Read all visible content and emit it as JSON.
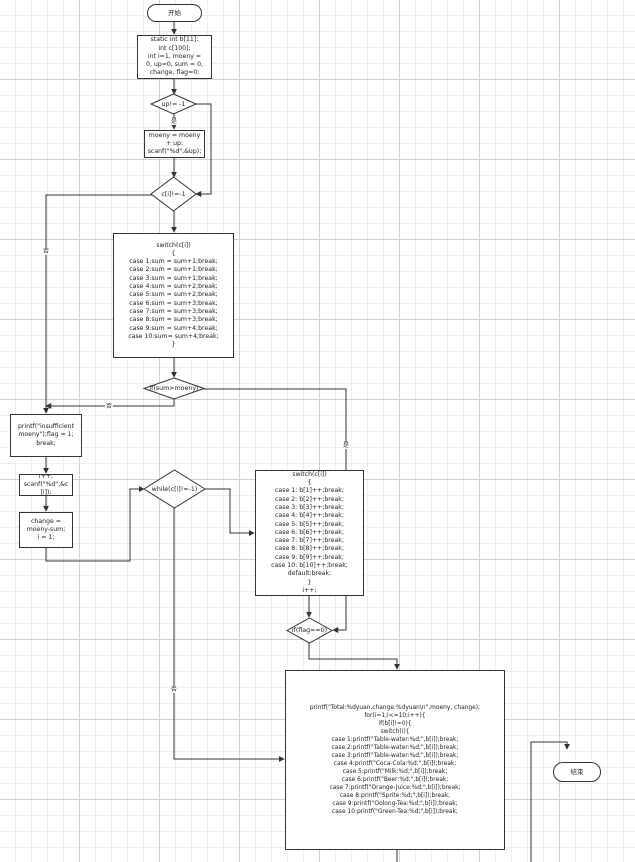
{
  "nodes": {
    "start": "开始",
    "decl": "static int b[11];\nint c[100];\nint i=1, moeny =\n0, up=0, sum = 0,\nchange, flag=0;",
    "cond_up": "up!= -1",
    "add_up": "moeny = moeny\n+ up;\nscanf(\"%d\",&up);",
    "cond_ci": "c[i]!=-1",
    "switch_price": "switch(c[i])\n{\ncase 1:sum = sum+1;break;\ncase 2:sum = sum+1;break;\ncase 3:sum = sum+1;break;\ncase 4:sum = sum+2;break;\ncase 5:sum = sum+2;break;\ncase 6:sum = sum+3;break;\ncase 7:sum = sum+3;break;\ncase 8:sum = sum+3;break;\ncase 9:sum = sum+4;break;\ncase 10:sum= sum+4;break;\n}",
    "cond_sum": "if(sum>moeny)",
    "insufficient": "printf(\"insufficient\nmoeny\");flag = 1;\nbreak;",
    "scan_ci": "i++;\nscanf(\"%d\",&c\n[i]);",
    "change": "change =\nmoeny-sum;\ni = 1;",
    "while_ci": "while(c[i]!=-1)",
    "switch_count": "switch(c[i])\n{\ncase 1: b[1]++;break;\ncase 2: b[2]++;break;\ncase 3: b[3]++;break;\ncase 4: b[4]++;break;\ncase 5: b[5]++;break;\ncase 6: b[6]++;break;\ncase 7: b[7]++;break;\ncase 8: b[8]++;break;\ncase 9: b[9]++;break;\ncase 10: b[10]++;break;\ndefault:break;\n}\ni++;",
    "cond_flag": "if(flag==0)",
    "print_total": "printf(\"Total:%dyuan,change:%dyuan\\n\",moeny, change);\nfor(i=1;i<=10;i++){\nif(b[i]!=0){\nswitch(i){\ncase 1:printf(\"Table-water:%d;\",b[i]);break;\ncase 2:printf(\"Table-water:%d;\",b[i]);break;\ncase 3:printf(\"Table-water:%d;\",b[i]);break;\ncase 4:printf(\"Coca-Cola:%d;\",b[i]);break;\ncase 5:printf(\"Milk:%d;\",b[i]);break;\ncase 6:printf(\"Beer:%d;\",b[i]);break;\ncase 7:printf(\"Orange-Juice:%d;\",b[i]);break;\ncase 8:printf(\"Sprite:%d;\",b[i]);break;\ncase 9:printf(\"Oolong-Tea:%d;\",b[i]);break;\ncase 10:printf(\"Green-Tea:%d;\",b[i]);break;",
    "end": "结束"
  },
  "labels": {
    "yes_up": "是",
    "no_ci": "否",
    "no_sum": "否",
    "yes_sum": "是",
    "no_while": "否"
  }
}
